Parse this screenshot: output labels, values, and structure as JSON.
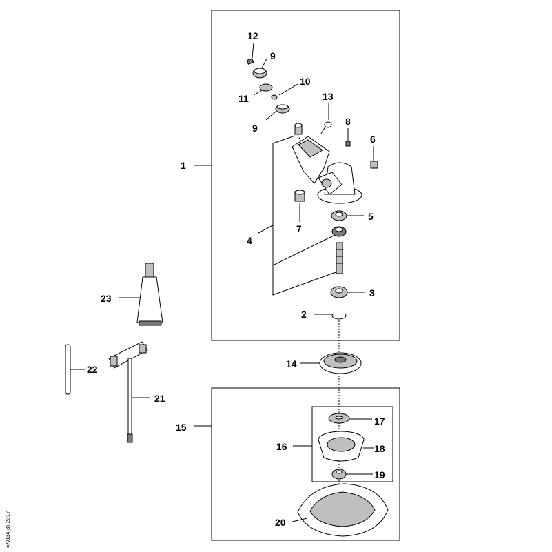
{
  "labels": {
    "p1": "1",
    "p2": "2",
    "p3": "3",
    "p4": "4",
    "p5": "5",
    "p6": "6",
    "p7": "7",
    "p8": "8",
    "p9a": "9",
    "p9b": "9",
    "p10": "10",
    "p11": "11",
    "p12": "12",
    "p13": "13",
    "p14": "14",
    "p15": "15",
    "p16": "16",
    "p17": "17",
    "p18": "18",
    "p19": "19",
    "p20": "20",
    "p21": "21",
    "p22": "22",
    "p23": "23"
  },
  "code": "=A034(3)-2017"
}
